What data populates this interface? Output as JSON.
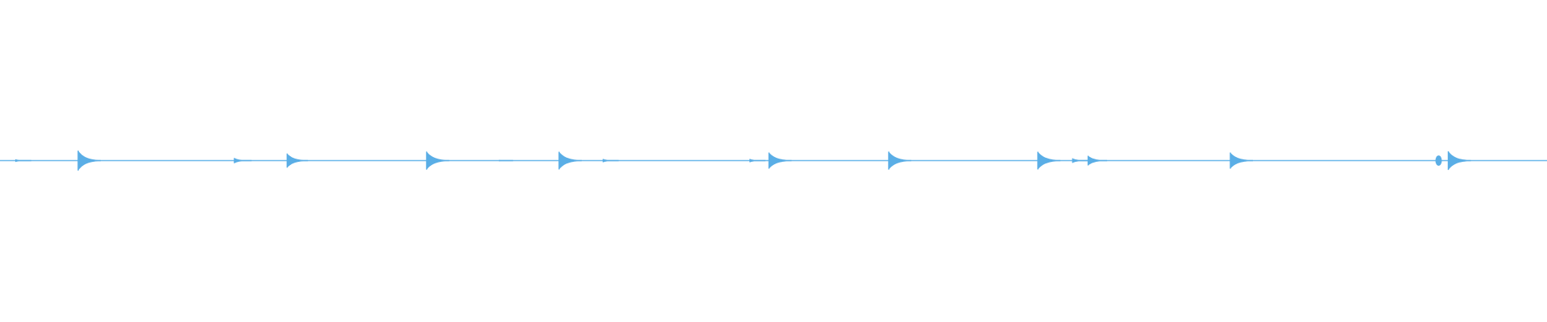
{
  "waveform": {
    "color": "#5aaee6",
    "baseline_color": "#6bb8ea",
    "background": "#ffffff",
    "duration_fraction_markers": [
      {
        "t": 0.0102,
        "amp": 0.08,
        "decay": 0.6,
        "kind": "blip"
      },
      {
        "t": 0.0505,
        "amp": 0.62,
        "decay": 1.0,
        "kind": "hit"
      },
      {
        "t": 0.1515,
        "amp": 0.16,
        "decay": 0.7,
        "kind": "blip"
      },
      {
        "t": 0.1856,
        "amp": 0.44,
        "decay": 0.9,
        "kind": "hit"
      },
      {
        "t": 0.2758,
        "amp": 0.56,
        "decay": 1.0,
        "kind": "hit"
      },
      {
        "t": 0.3228,
        "amp": 0.04,
        "decay": 0.5,
        "kind": "blip"
      },
      {
        "t": 0.3614,
        "amp": 0.55,
        "decay": 1.0,
        "kind": "hit"
      },
      {
        "t": 0.3899,
        "amp": 0.1,
        "decay": 0.6,
        "kind": "blip"
      },
      {
        "t": 0.4848,
        "amp": 0.1,
        "decay": 0.6,
        "kind": "blip"
      },
      {
        "t": 0.4971,
        "amp": 0.5,
        "decay": 1.0,
        "kind": "hit"
      },
      {
        "t": 0.5745,
        "amp": 0.56,
        "decay": 1.0,
        "kind": "hit"
      },
      {
        "t": 0.6709,
        "amp": 0.55,
        "decay": 1.0,
        "kind": "hit"
      },
      {
        "t": 0.6934,
        "amp": 0.14,
        "decay": 0.6,
        "kind": "blip"
      },
      {
        "t": 0.7034,
        "amp": 0.3,
        "decay": 0.8,
        "kind": "hit"
      },
      {
        "t": 0.7953,
        "amp": 0.5,
        "decay": 1.0,
        "kind": "hit"
      },
      {
        "t": 0.9289,
        "amp": 0.32,
        "decay": 0.3,
        "kind": "bulb"
      },
      {
        "t": 0.9362,
        "amp": 0.58,
        "decay": 1.0,
        "kind": "hit"
      }
    ]
  }
}
